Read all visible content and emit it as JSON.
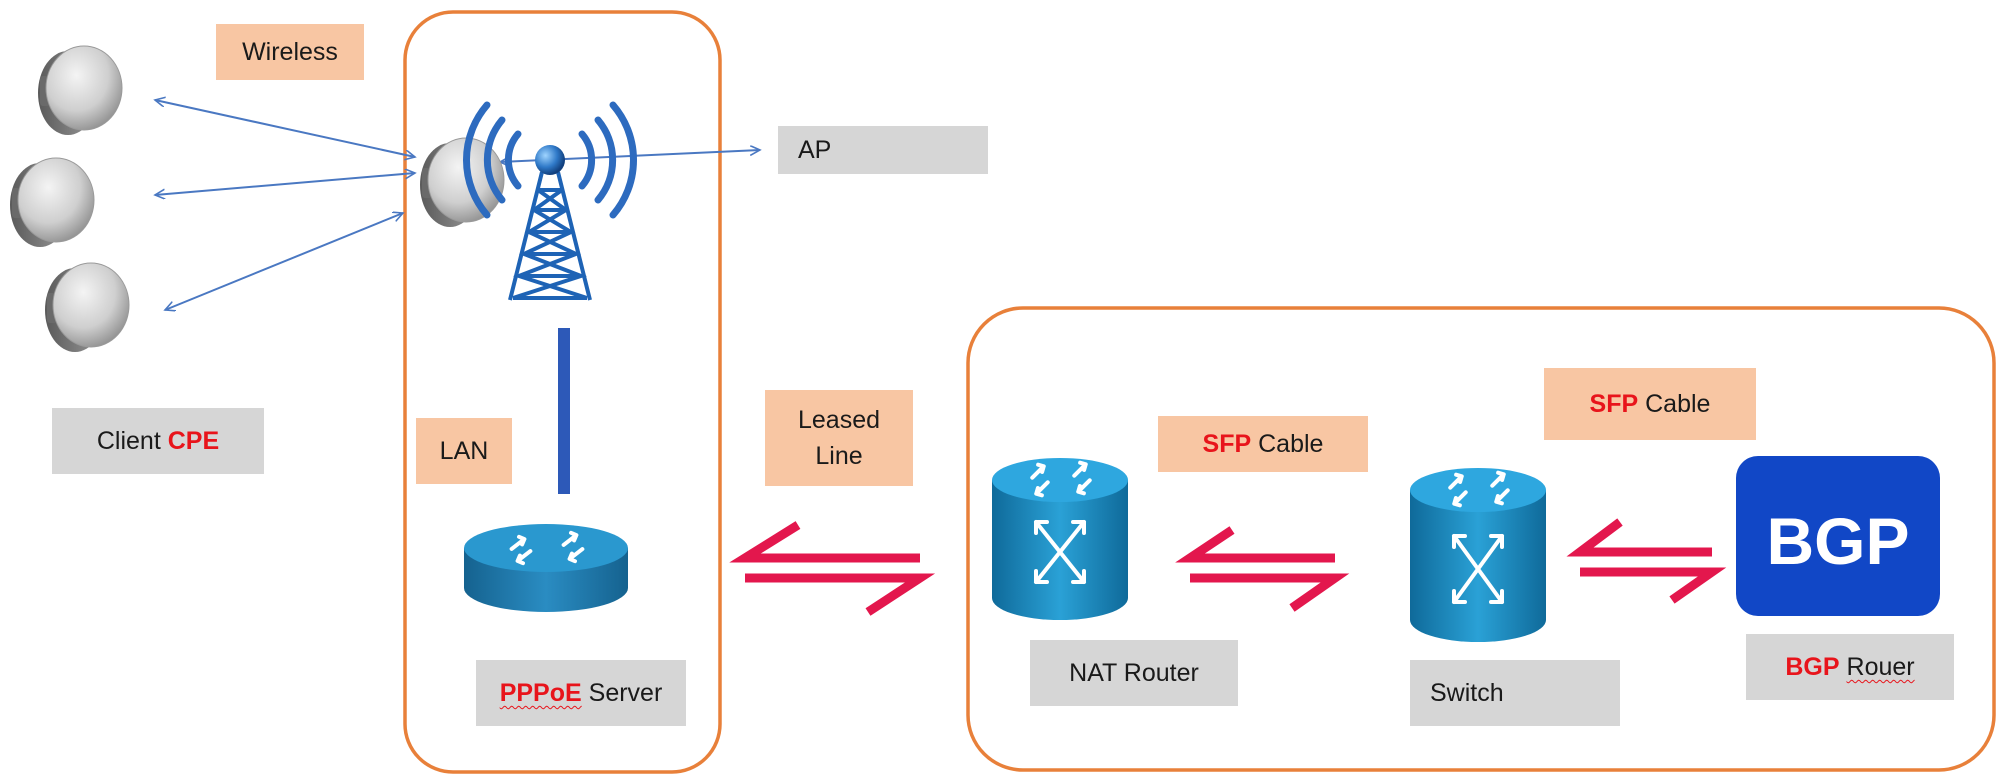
{
  "labels": {
    "wireless": "Wireless",
    "ap": "AP",
    "client_cpe": {
      "text": "Client",
      "highlight": "CPE"
    },
    "lan": "LAN",
    "leased_line": {
      "line1": "Leased",
      "line2": "Line"
    },
    "pppoe_server": {
      "highlight": "PPPoE",
      "text": "Server"
    },
    "sfp_cable_1": {
      "highlight": "SFP",
      "text": "Cable"
    },
    "sfp_cable_2": {
      "highlight": "SFP",
      "text": "Cable"
    },
    "nat_router": "NAT Router",
    "switch": "Switch",
    "bgp_router": {
      "highlight": "BGP",
      "text": "Rouer"
    }
  },
  "logo": {
    "bgp_text": "BGP"
  },
  "colors": {
    "orange_box": "#f8c6a3",
    "gray_box": "#d6d6d6",
    "group_border": "#e8803a",
    "highlight_red": "#e8141b",
    "link_arrow": "#e3174d",
    "wireless_arrow": "#4a78c2",
    "device_blue": "#1f7fb3",
    "bgp_blue": "#1147c6"
  },
  "icons": [
    "cpe-antenna-icon",
    "radio-tower-icon",
    "router-icon",
    "switch-icon",
    "bgp-logo-icon"
  ]
}
